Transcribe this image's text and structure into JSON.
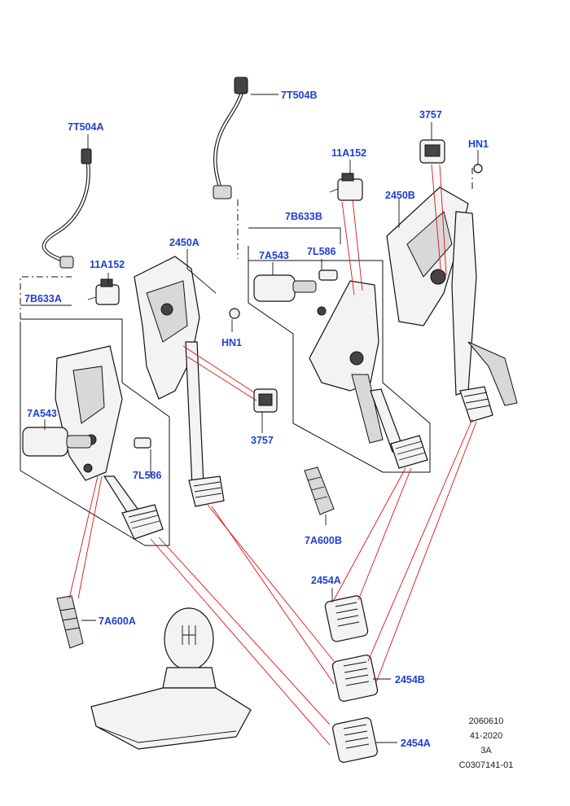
{
  "labels": {
    "hose_left": "7T504A",
    "hose_right": "7T504B",
    "switch_left": "11A152",
    "switch_right": "11A152",
    "pin_bracket_left": "7B633A",
    "pin_bracket_right": "7B633B",
    "master_cyl_left": "7A543",
    "master_cyl_right": "7A543",
    "pedal_box_left": "2450A",
    "pedal_box_right": "2450B",
    "nut_left": "HN1",
    "nut_right": "HN1",
    "bolt_right": "7L586",
    "bolt_left": "7L586",
    "sensor_top": "3757",
    "sensor_mid": "3757",
    "boot_left": "7A600A",
    "boot_right": "7A600B",
    "pad_1": "2454A",
    "pad_2": "2454B",
    "pad_3": "2454A"
  },
  "reference": {
    "line1": "2060610",
    "line2": "41-2020",
    "line3": "3A",
    "line4": "C0307141-01"
  },
  "colors": {
    "label": "#1f3fd0",
    "callout": "#d11111",
    "outline": "#111111"
  }
}
